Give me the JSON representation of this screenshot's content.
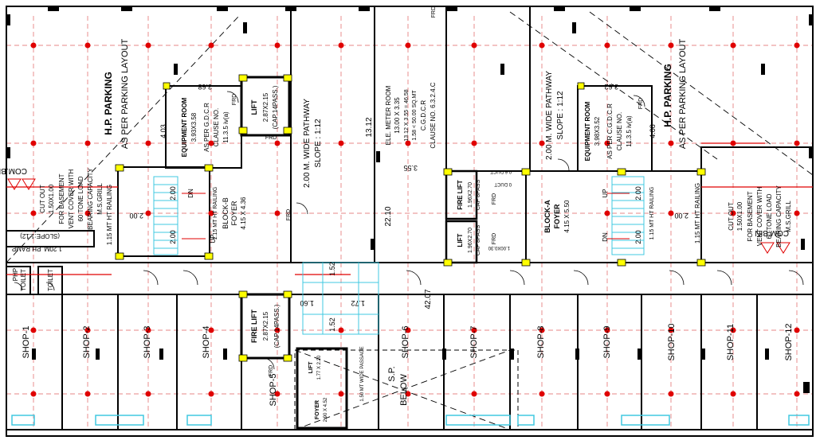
{
  "colors": {
    "wall": "#000000",
    "grid": "#e06060",
    "column": "#e00000",
    "railing": "#40c8e0",
    "core": "#ffff00",
    "accent": "#e00000"
  },
  "parking": {
    "left": {
      "title": "H.P. PARKING",
      "sub": "AS PER PARKING LAYOUT"
    },
    "right": {
      "title": "H.P. PARKING",
      "sub": "AS PER PARKING LAYOUT"
    }
  },
  "equipment_left": {
    "title": "EQUIPMENT ROOM",
    "size": "3.93X3.58",
    "l1": "AS PER G.D.C.R",
    "l2": "CLAUSE NO.",
    "l3": "11.3.5 iv(a)"
  },
  "equipment_right": {
    "title": "EQUIPMENT ROOM",
    "size": "3.98X3.52",
    "l1": "AS PER C.G.D.C.R",
    "l2": "CLAUSE NO.",
    "l3": "11.3.5 iv(a)"
  },
  "lift_b": {
    "title": "LIFT",
    "size": "2.87X2.15",
    "cap": "(CAP.14PASS.)"
  },
  "fire_lift_b": {
    "title": "FIRE LIFT",
    "size": "2.87X2.15",
    "cap": "(CAP.14PASS.)"
  },
  "foyer_b": {
    "title": "BLOCK-B",
    "sub": "FOYER",
    "size": "4.15 X 4.36"
  },
  "foyer_a": {
    "title": "BLOCK-A",
    "sub": "FOYER",
    "size": "4.15 X 5.50"
  },
  "fire_lift_a": {
    "title": "FIRE LIFT",
    "size": "1.96X2.70",
    "cap": "CAP 8PASS"
  },
  "lift_a": {
    "title": "LIFT",
    "size": "1.96X2.70",
    "cap": "CAP 8PASS"
  },
  "pathway_center": {
    "l1": "2.00 M. WIDE PATHWAY",
    "l2": "SLOPE : 1:12"
  },
  "pathway_right": {
    "l1": "2.00 M. WIDE PATHWAY",
    "l2": "SLOPE : 1:12"
  },
  "meter_room": {
    "l1": "ELE. METER ROOM",
    "l2": "13.00 X 3.35",
    "l3": "13.12 X 3.55 = 46.58",
    "l4": "1.58 < 50.00 SQ.MT",
    "l5": "C.G.D.C.R",
    "l6": "CLAUSE NO. 6.3.2.4.C"
  },
  "cutout_left": {
    "l1": "CUT OUT",
    "l2": "1.50X1.00",
    "l3": "FOR BASEMENT",
    "l4": "VENT COVER WITH",
    "l5": "60 TONE LOAD",
    "l6": "BEARING CAPACITY",
    "l7": "M.S.GRILL"
  },
  "cutout_right": {
    "l1": "CUT OUT",
    "l2": "1.50X1.00",
    "l3": "FOR BASEMENT",
    "l4": "VENT COVER WITH",
    "l5": "60 TONE LOAD",
    "l6": "BEARING CAPACITY",
    "l7": "M.S.GRILL"
  },
  "railing": {
    "left": "1.15 MT HT RAILING",
    "right": "1.15 MT HT RAILING"
  },
  "stairs": {
    "up": "UP",
    "dn": "DN",
    "w": "2.00"
  },
  "dims": {
    "d368": "3.68",
    "d362": "3.62",
    "d403": "4.03",
    "d408": "4.08",
    "d1312": "13.12",
    "d355": "3.55",
    "d2210": "22.10",
    "d4207": "42.07",
    "d200l": "2.00",
    "d200r": "2.00",
    "d152a": "1.52",
    "d152b": "1.52",
    "d160": "1.60",
    "d172": "1.72"
  },
  "misc": {
    "combin_l": "COM.BI",
    "combin_r": "COM.BIN",
    "ramp": "1.20M. PH RAMP",
    "ramp_slope": "(SLOPE:1:12)",
    "php": "PHP",
    "toilet": "TOILET",
    "toilet2": "TOILET",
    "frd": "FRD",
    "sbelow": "S.P.",
    "below": "BELOW",
    "foyer_small": "FOYER",
    "foyer_small_size": "2.90 X 4.52",
    "lift_small": "LIFT",
    "lift_small_size": "1.77 X 2.20",
    "passage": "1.50 MT WIDE PASSAGE",
    "duct1": "0 DUCT",
    "duct2": "1.00X0.30",
    "duct3": "0.6 DUCT"
  },
  "shops": [
    "SHOP-1",
    "SHOP-2",
    "SHOP-3",
    "SHOP-4",
    "SHOP-5",
    "SHOP-6",
    "SHOP-7",
    "SHOP-8",
    "SHOP-9",
    "SHOP-10",
    "SHOP-11",
    "SHOP-12"
  ]
}
